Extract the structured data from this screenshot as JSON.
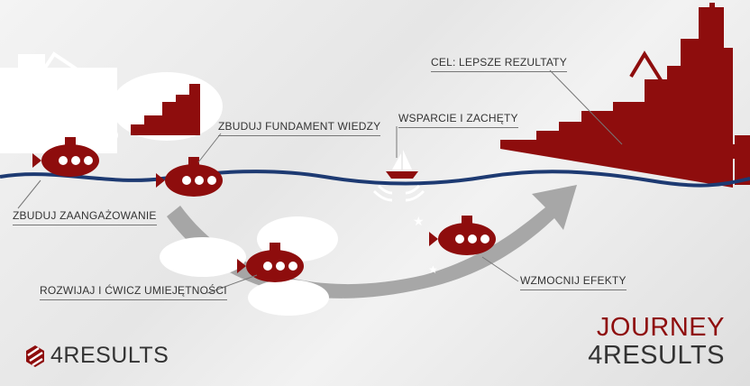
{
  "labels": {
    "engage": "ZBUDUJ ZAANGAŻOWANIE",
    "knowledge": "ZBUDUJ FUNDAMENT WIEDZY",
    "support": "WSPARCIE I ZACHĘTY",
    "goal": "CEL: LEPSZE REZULTATY",
    "skills": "ROZWIJAJ I ĆWICZ UMIEJĘTNOŚCI",
    "strengthen": "WZMOCNIJ EFEKTY"
  },
  "logo": {
    "text": "4RESULTS"
  },
  "title": {
    "line1": "JOURNEY",
    "line2": "4RESULTS"
  },
  "colors": {
    "accent": "#8e0d0d",
    "wave": "#1d3a72",
    "arrow": "#9a9a9a"
  }
}
